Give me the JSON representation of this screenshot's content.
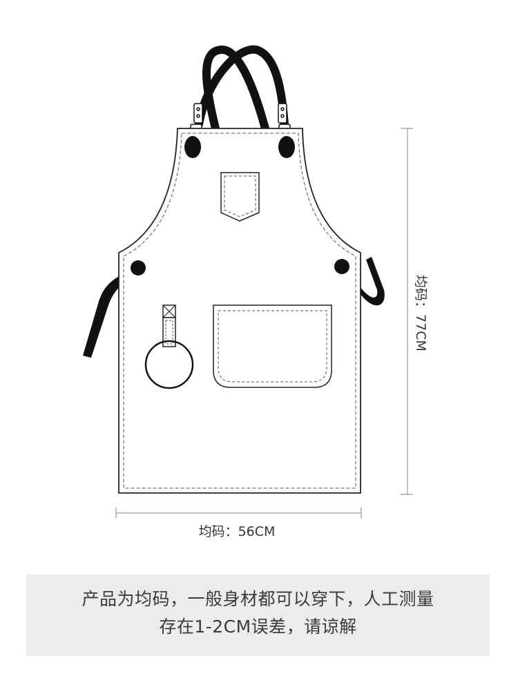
{
  "dimensions": {
    "width_label": "均码：56CM",
    "height_label": "均码：77CM"
  },
  "note": {
    "line1": "产品为均码，一般身材都可以穿下，人工测量",
    "line2": "存在1-2CM误差，请谅解"
  },
  "colors": {
    "line": "#222222",
    "dim_line": "#9a9a9a",
    "note_bg": "#ececec",
    "text": "#3a3a3a"
  }
}
